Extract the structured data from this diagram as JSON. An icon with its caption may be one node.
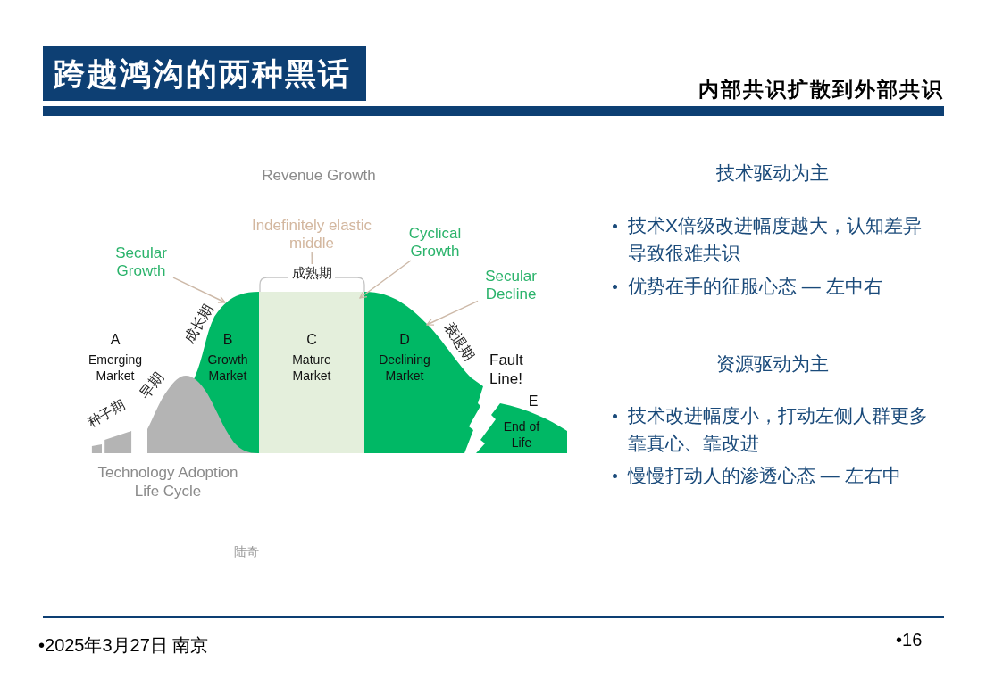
{
  "diagram": {
    "title": "跨越鸿沟的两种黑话",
    "nodes": [
      {
        "text": [
          "Secular Growth"
        ]
      },
      {
        "text": [
          "Indefinitely elastic middle"
        ]
      },
      {
        "text": [
          "Cyclical Growth"
        ]
      },
      {
        "text": [
          "Secular Decline"
        ]
      },
      {
        "text": [
          "B",
          "Growth Market"
        ]
      },
      {
        "text": [
          "C",
          "Mature Market"
        ]
      },
      {
        "text": [
          "D",
          "Declining Market"
        ]
      },
      {
        "text": [
          "E",
          "End of Life"
        ]
      },
      {
        "text": [
          "成熟期"
        ]
      },
      {
        "text": [],
        "shape": "hill"
      },
      {
        "text": [],
        "shape": "bar"
      }
    ],
    "edges": [
      {
        "from": 0,
        "to": 4,
        "arrow": "to"
      },
      {
        "from": 1,
        "to": 8,
        "arrow": "none"
      },
      {
        "from": 2,
        "to": 5,
        "arrow": "to"
      },
      {
        "from": 3,
        "to": 6,
        "arrow": "to"
      }
    ],
    "labels": [
      "内部共识扩散到外部共识",
      "Revenue Growth",
      "成长期",
      "A",
      "Emerging Market",
      "早期",
      "衰退期",
      "Fault Line!",
      "种子期",
      "Technology Adoption Life Cycle",
      "陆奇",
      "技术驱动为主",
      "技术X倍级改进幅度越大，认知差异导致很难共识",
      "优势在手的征服心态 — 左中右",
      "资源驱动为主",
      "技术改进幅度小，打动左侧人群更多靠真心、靠改进",
      "慢慢打动人的渗透心态 — 左右中",
      "•2025年3月27日 南京",
      "•16"
    ]
  }
}
